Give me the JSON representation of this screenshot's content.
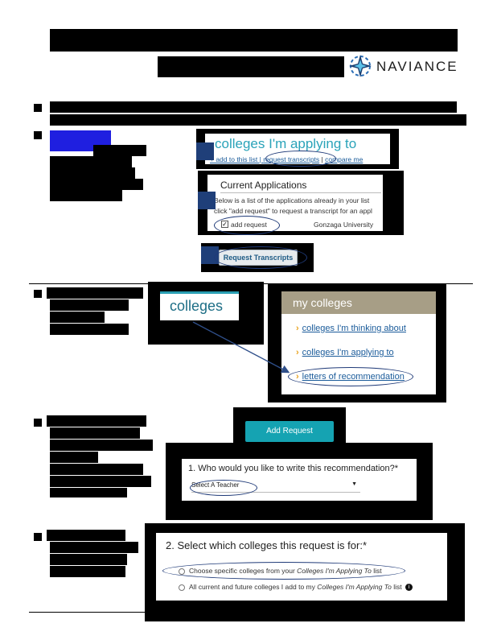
{
  "logo": {
    "brand": "NAVIANCE"
  },
  "panel1": {
    "title": "colleges I'm applying to",
    "links_prefix": "+ add to this list | ",
    "link_request": "request transcripts",
    "link_sep": " | ",
    "link_compare": "compare me"
  },
  "panel2": {
    "title": "Current Applications",
    "line1": "Below is a list of the applications already in your list",
    "line2": "click \"add request\" to request a transcript for an appl",
    "checkbox_label": "add request",
    "college": "Gonzaga University"
  },
  "panel3": {
    "button": "Request Transcripts"
  },
  "panel4": {
    "tab": "colleges"
  },
  "panel5": {
    "header": "my colleges",
    "items": [
      "colleges I'm thinking about",
      "colleges I'm applying to",
      "letters of recommendation"
    ]
  },
  "panel6": {
    "button": "Add Request"
  },
  "panel7": {
    "question": "1. Who would you like to write this recommendation?*",
    "select_value": "Select A Teacher"
  },
  "panel8": {
    "question": "2. Select which colleges this request is for:*",
    "option1_prefix": "Choose specific colleges from your ",
    "option1_italic": "Colleges I'm Applying To",
    "option1_suffix": " list",
    "option2_prefix": "All current and future colleges I add to my ",
    "option2_italic": "Colleges I'm Applying To",
    "option2_suffix": " list"
  }
}
